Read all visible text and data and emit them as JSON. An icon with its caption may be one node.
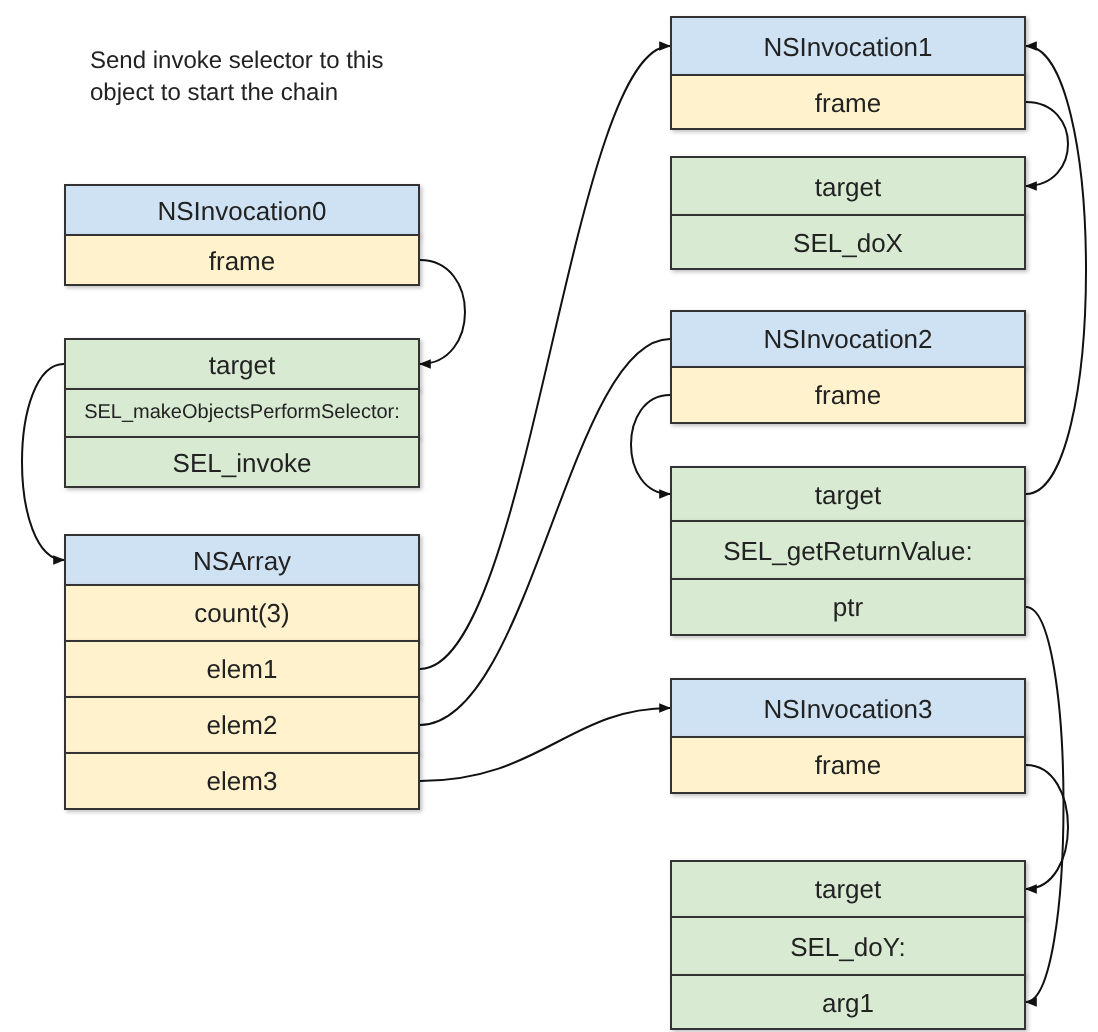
{
  "diagram": {
    "nodes": [
      {
        "text": [
          "NSInvocation0"
        ]
      },
      {
        "text": [
          "frame"
        ]
      },
      {
        "text": [
          "target"
        ]
      },
      {
        "text": [
          "SEL_makeObjectsPerformSelector:"
        ]
      },
      {
        "text": [
          "SEL_invoke"
        ]
      },
      {
        "text": [
          "NSArray"
        ]
      },
      {
        "text": [
          "count(3)"
        ]
      },
      {
        "text": [
          "elem1"
        ]
      },
      {
        "text": [
          "elem2"
        ]
      },
      {
        "text": [
          "elem3"
        ]
      },
      {
        "text": [
          "NSInvocation1"
        ]
      },
      {
        "text": [
          "frame"
        ]
      },
      {
        "text": [
          "target"
        ]
      },
      {
        "text": [
          "SEL_doX"
        ]
      },
      {
        "text": [
          "NSInvocation2"
        ]
      },
      {
        "text": [
          "frame"
        ]
      },
      {
        "text": [
          "target"
        ]
      },
      {
        "text": [
          "SEL_getReturnValue:"
        ]
      },
      {
        "text": [
          "ptr"
        ]
      },
      {
        "text": [
          "NSInvocation3"
        ]
      },
      {
        "text": [
          "frame"
        ]
      },
      {
        "text": [
          "target"
        ]
      },
      {
        "text": [
          "SEL_doY:"
        ]
      },
      {
        "text": [
          "arg1"
        ]
      }
    ],
    "edges": [
      {
        "from": 1,
        "to": 2,
        "arrow": "to"
      },
      {
        "from": 2,
        "to": 5,
        "arrow": "to"
      },
      {
        "from": 7,
        "to": 10,
        "arrow": "to"
      },
      {
        "from": 8,
        "to": 14,
        "arrow": "none"
      },
      {
        "from": 9,
        "to": 19,
        "arrow": "to"
      },
      {
        "from": 11,
        "to": 12,
        "arrow": "to"
      },
      {
        "from": 15,
        "to": 16,
        "arrow": "to"
      },
      {
        "from": 16,
        "to": 10,
        "arrow": "to"
      },
      {
        "from": 20,
        "to": 21,
        "arrow": "to"
      },
      {
        "from": 18,
        "to": 23,
        "arrow": "to"
      }
    ],
    "labels": [
      "Send invoke selector to this object to start the chain"
    ]
  }
}
